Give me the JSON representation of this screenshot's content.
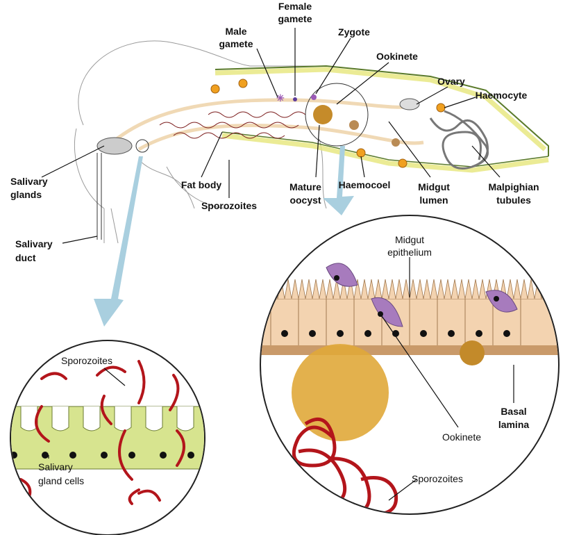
{
  "labels": {
    "male_gamete": [
      "Male",
      "gamete"
    ],
    "female_gamete": [
      "Female",
      "gamete"
    ],
    "zygote": "Zygote",
    "ookinete_top": "Ookinete",
    "ovary": "Ovary",
    "haemocyte": "Haemocyte",
    "salivary_glands": [
      "Salivary",
      "glands"
    ],
    "fat_body": "Fat body",
    "sporozoites_top": "Sporozoites",
    "mature_oocyst": [
      "Mature",
      "oocyst"
    ],
    "haemocoel": "Haemocoel",
    "midgut_lumen": [
      "Midgut",
      "lumen"
    ],
    "malpighian_tubules": [
      "Malpighian",
      "tubules"
    ],
    "salivary_duct": [
      "Salivary",
      "duct"
    ],
    "midgut_epithelium": [
      "Midgut",
      "epithelium"
    ],
    "basal_lamina": [
      "Basal",
      "lamina"
    ],
    "ookinete_inset": "Ookinete",
    "sporozoites_inset_right": "Sporozoites",
    "sporozoites_inset_left": "Sporozoites",
    "salivary_gland_cells": [
      "Salivary",
      "gland cells"
    ]
  },
  "colors": {
    "gut": "#f0d9b5",
    "epithelium": "#f3d3b0",
    "gland_cells": "#d7e48f",
    "ookinete": "#a77bbd",
    "oocyst": "#d9a43a",
    "sporozoite": "#b3151b",
    "haemocyte": "#f0a020",
    "arrow": "#a9cfdf"
  }
}
